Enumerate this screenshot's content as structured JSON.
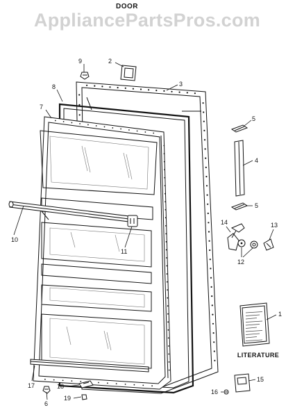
{
  "header": {
    "watermark": "AppliancePartsPros.com",
    "title": "DOOR"
  },
  "callouts": [
    {
      "id": "c1",
      "label": "1"
    },
    {
      "id": "c2",
      "label": "2"
    },
    {
      "id": "c3",
      "label": "3"
    },
    {
      "id": "c4",
      "label": "4"
    },
    {
      "id": "c5a",
      "label": "5"
    },
    {
      "id": "c5b",
      "label": "5"
    },
    {
      "id": "c6",
      "label": "6"
    },
    {
      "id": "c7",
      "label": "7"
    },
    {
      "id": "c8",
      "label": "8"
    },
    {
      "id": "c9",
      "label": "9"
    },
    {
      "id": "c10",
      "label": "10"
    },
    {
      "id": "c11",
      "label": "11"
    },
    {
      "id": "c12",
      "label": "12"
    },
    {
      "id": "c13",
      "label": "13"
    },
    {
      "id": "c14",
      "label": "14"
    },
    {
      "id": "c15",
      "label": "15"
    },
    {
      "id": "c16",
      "label": "16"
    },
    {
      "id": "c17",
      "label": "17"
    },
    {
      "id": "c18",
      "label": "18"
    },
    {
      "id": "c19",
      "label": "19"
    }
  ],
  "literature_caption": "LITERATURE"
}
